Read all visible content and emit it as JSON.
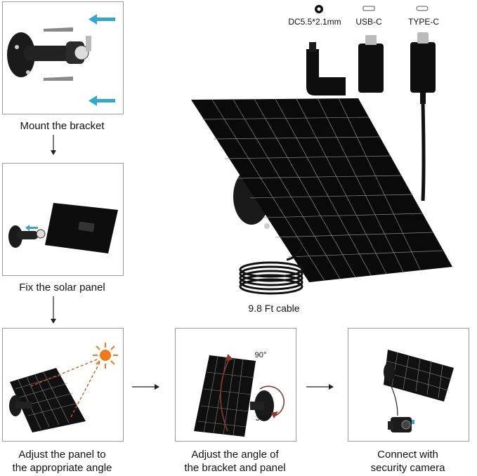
{
  "steps": [
    {
      "caption": "Mount the bracket"
    },
    {
      "caption": "Fix the solar panel"
    },
    {
      "caption_line1": "Adjust the panel to",
      "caption_line2": "the appropriate angle"
    },
    {
      "caption_line1": "Adjust the angle of",
      "caption_line2": "the bracket and panel"
    },
    {
      "caption_line1": "Connect with",
      "caption_line2": "security camera"
    }
  ],
  "connectors": {
    "dc": "DC5.5*2.1mm",
    "usbc": "USB-C",
    "typec": "TYPE-C"
  },
  "cable_label": "9.8 Ft cable",
  "angles": {
    "tilt": "90°",
    "rotate": "360°"
  },
  "colors": {
    "panel": "#111111",
    "cell_line": "#8a8a8a",
    "accent_arrow": "#35a8c9",
    "sun": "#f07a1a",
    "angle_arc": "#8b3a2a"
  }
}
